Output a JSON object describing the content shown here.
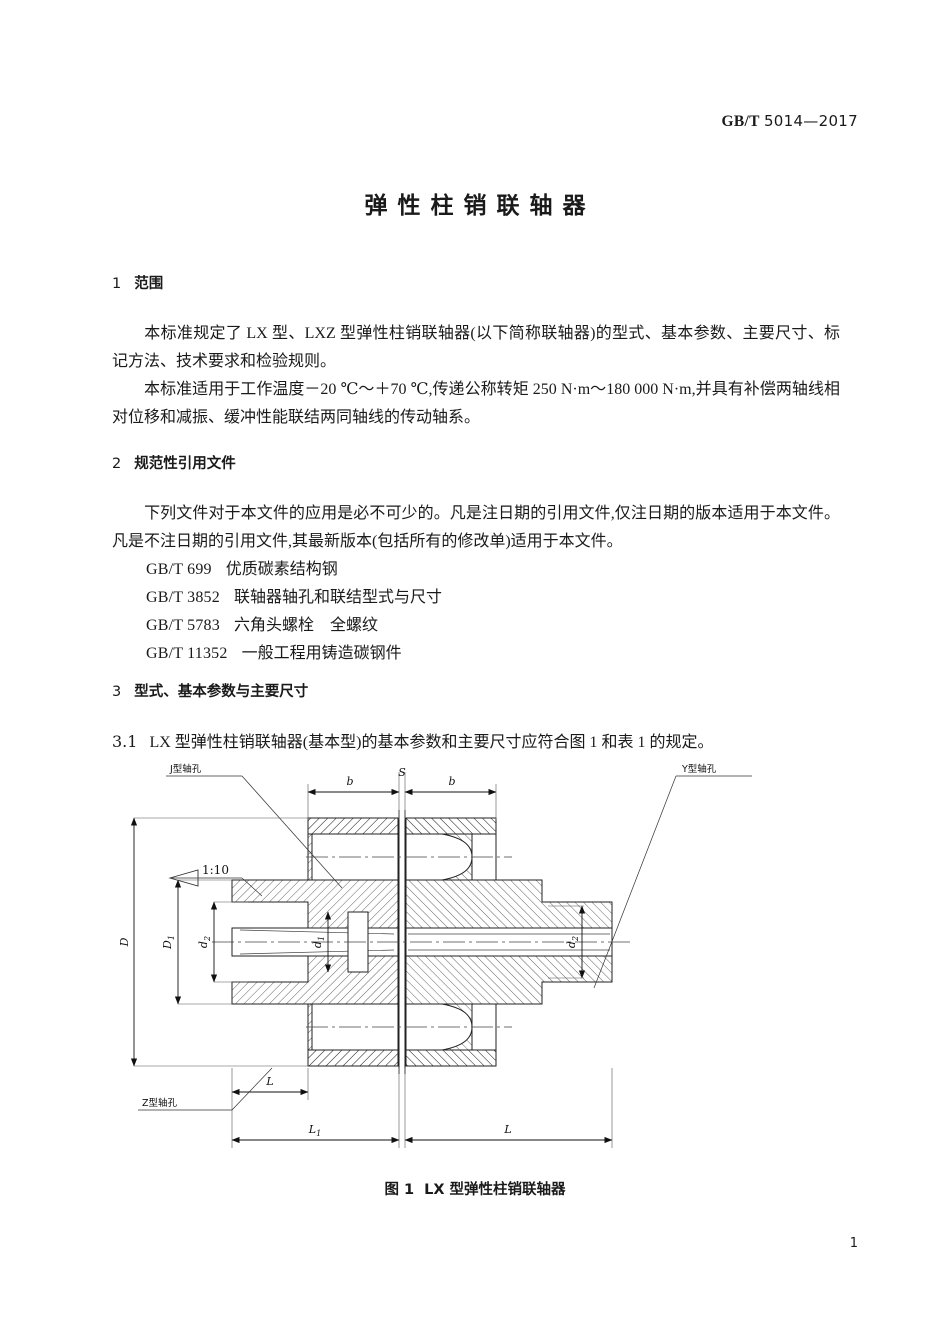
{
  "header": {
    "standard_prefix": "GB/T",
    "standard_number": "5014—2017"
  },
  "title": "弹性柱销联轴器",
  "sections": [
    {
      "number": "1",
      "heading": "范围",
      "paragraphs": [
        "本标准规定了 LX 型、LXZ 型弹性柱销联轴器(以下简称联轴器)的型式、基本参数、主要尺寸、标记方法、技术要求和检验规则。",
        "本标准适用于工作温度－20 ℃～＋70 ℃,传递公称转矩 250 N·m～180 000 N·m,并具有补偿两轴线相对位移和减振、缓冲性能联结两同轴线的传动轴系。"
      ]
    },
    {
      "number": "2",
      "heading": "规范性引用文件",
      "paragraphs": [
        "下列文件对于本文件的应用是必不可少的。凡是注日期的引用文件,仅注日期的版本适用于本文件。凡是不注日期的引用文件,其最新版本(包括所有的修改单)适用于本文件。"
      ],
      "references": [
        {
          "code": "GB/T 699",
          "title": "优质碳素结构钢"
        },
        {
          "code": "GB/T 3852",
          "title": "联轴器轴孔和联结型式与尺寸"
        },
        {
          "code": "GB/T 5783",
          "title": "六角头螺栓　全螺纹"
        },
        {
          "code": "GB/T 11352",
          "title": "一般工程用铸造碳钢件"
        }
      ]
    },
    {
      "number": "3",
      "heading": "型式、基本参数与主要尺寸",
      "clauses": [
        {
          "number": "3.1",
          "text": "LX 型弹性柱销联轴器(基本型)的基本参数和主要尺寸应符合图 1 和表 1 的规定。"
        }
      ]
    }
  ],
  "figure": {
    "caption_label": "图 1",
    "caption_text": "LX 型弹性柱销联轴器",
    "callouts": [
      {
        "id": "j-bore",
        "text": "J型轴孔"
      },
      {
        "id": "y-bore",
        "text": "Y型轴孔"
      },
      {
        "id": "z-bore",
        "text": "Z型轴孔"
      },
      {
        "id": "taper",
        "text": "1:10"
      }
    ],
    "dimensions": {
      "top": [
        {
          "id": "b-left",
          "symbol": "b"
        },
        {
          "id": "s-gap",
          "symbol": "S"
        },
        {
          "id": "b-right",
          "symbol": "b"
        }
      ],
      "left": [
        {
          "id": "D",
          "symbol": "D"
        },
        {
          "id": "D1",
          "symbol": "D",
          "subscript": "1"
        },
        {
          "id": "d2-left",
          "symbol": "d",
          "subscript": "2"
        }
      ],
      "center": [
        {
          "id": "d1",
          "symbol": "d",
          "subscript": "1"
        }
      ],
      "right": [
        {
          "id": "d2-right",
          "symbol": "d",
          "subscript": "2"
        }
      ],
      "bottom": [
        {
          "id": "L-upper",
          "symbol": "L"
        },
        {
          "id": "L1",
          "symbol": "L",
          "subscript": "1"
        },
        {
          "id": "L-right",
          "symbol": "L"
        }
      ]
    }
  },
  "footer": {
    "page_number": "1"
  }
}
